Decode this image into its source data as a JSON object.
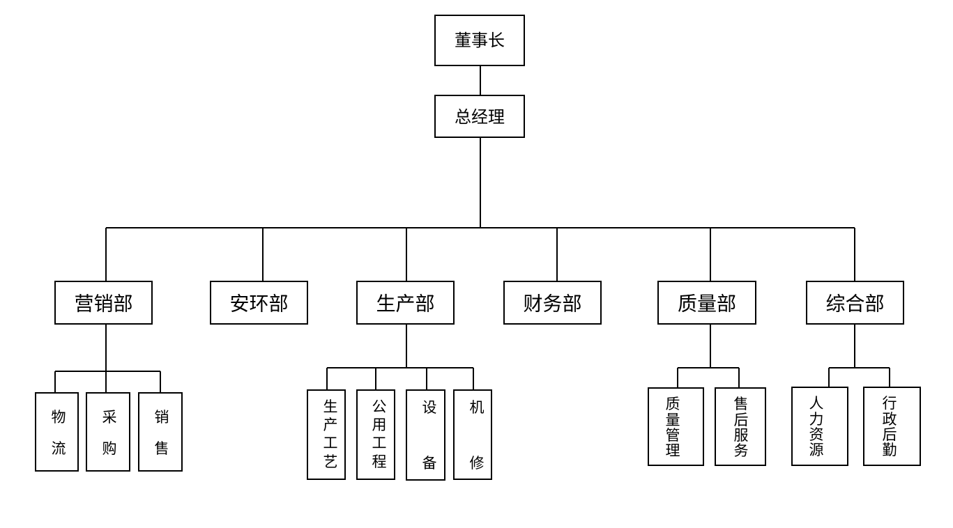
{
  "chairman": "董事长",
  "general_manager": "总经理",
  "departments": [
    {
      "name": "营销部",
      "units": [
        "物流",
        "采购",
        "销售"
      ]
    },
    {
      "name": "安环部",
      "units": []
    },
    {
      "name": "生产部",
      "units": [
        "生产工艺",
        "公用工程",
        "设备",
        "机修"
      ]
    },
    {
      "name": "财务部",
      "units": []
    },
    {
      "name": "质量部",
      "units": [
        "质量管理",
        "售后服务"
      ]
    },
    {
      "name": "综合部",
      "units": [
        "人力资源",
        "行政后勤"
      ]
    }
  ]
}
